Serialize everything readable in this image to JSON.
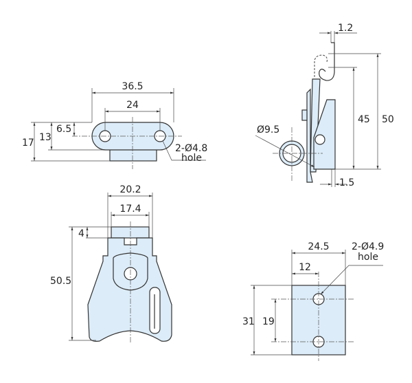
{
  "colors": {
    "part_fill": "#dcecf8",
    "line": "#333333"
  },
  "views": {
    "top_view": {
      "width_overall": "36.5",
      "hole_pitch": "24",
      "height_overall": "17",
      "height_plate": "13",
      "hole_offset": "6.5",
      "hole_note_1": "2-Ø4.8",
      "hole_note_2": "hole"
    },
    "side_view": {
      "thickness_hook": "1.2",
      "height_hook": "45",
      "height_overall": "50",
      "ring_diameter": "Ø9.5",
      "thickness_base": "1.5"
    },
    "front_view": {
      "width_outer": "20.2",
      "width_inner": "17.4",
      "tab_height": "4",
      "height_overall": "50.5"
    },
    "keeper_view": {
      "width": "24.5",
      "hole_offset": "12",
      "height": "31",
      "hole_pitch": "19",
      "hole_note_1": "2-Ø4.9",
      "hole_note_2": "hole"
    }
  }
}
